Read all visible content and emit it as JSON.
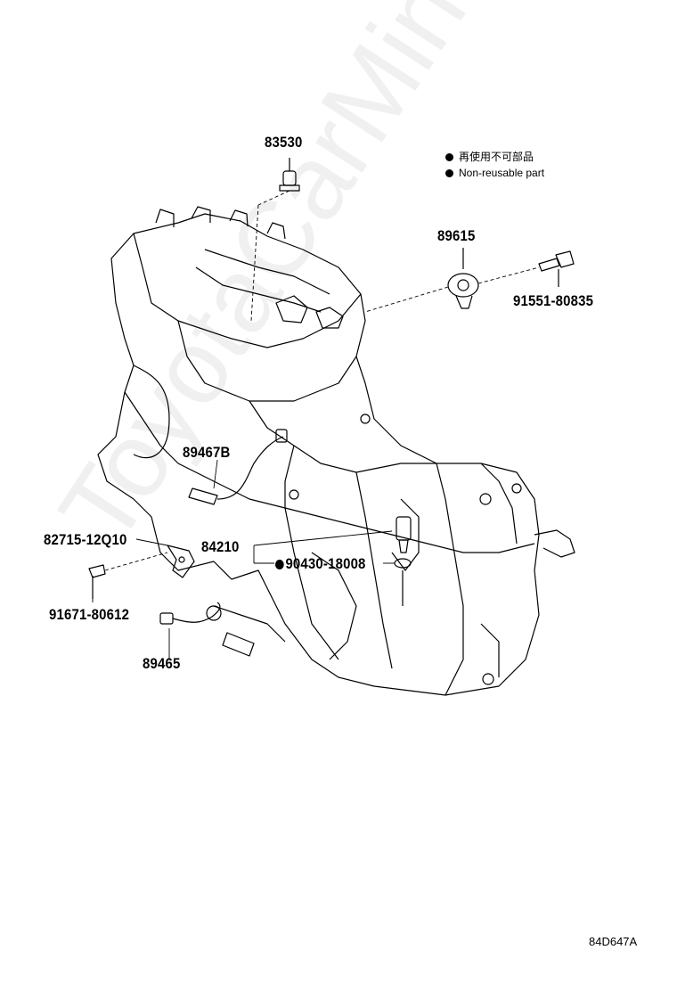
{
  "legend": [
    {
      "text": "再使用不可部品"
    },
    {
      "text": "Non-reusable part"
    }
  ],
  "parts": {
    "p83530": "83530",
    "p89615": "89615",
    "p91551": "91551-80835",
    "p89467b": "89467B",
    "p82715": "82715-12Q10",
    "p84210": "84210",
    "p90430": "90430-18008",
    "p91671": "91671-80612",
    "p89465": "89465"
  },
  "drawing_code": "84D647A",
  "watermark": "ToyotaCarMine.ru"
}
